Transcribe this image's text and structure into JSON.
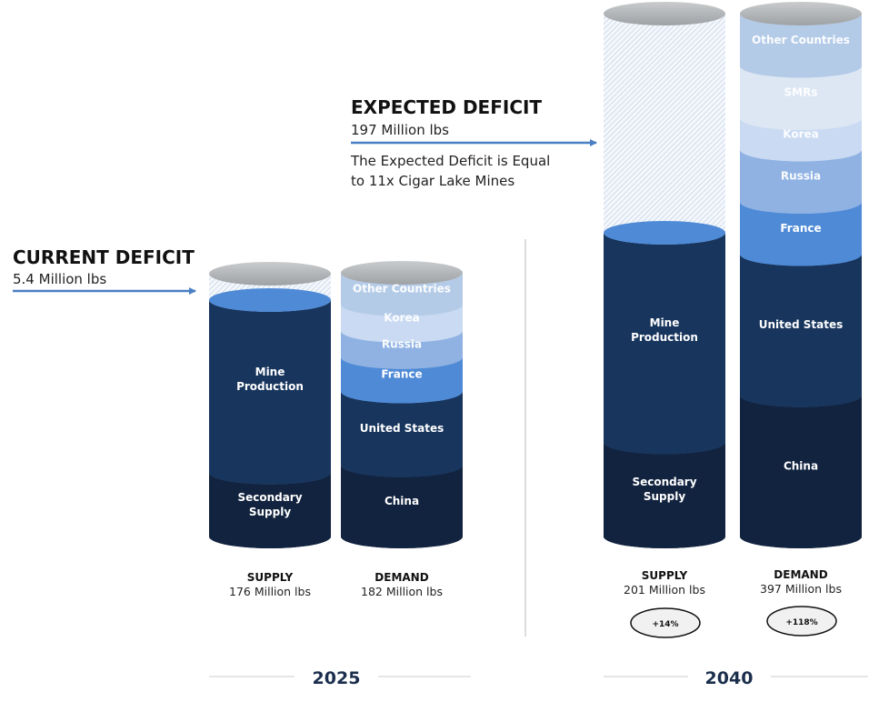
{
  "chart_data": {
    "type": "stacked-cylinder",
    "units": "Million lbs",
    "panels": [
      {
        "year": "2025",
        "deficit": {
          "title": "CURRENT DEFICIT",
          "value_text": "5.4 Million lbs",
          "value": 5.4
        },
        "supply": {
          "label": "SUPPLY",
          "total_text": "176 Million lbs",
          "total": 176,
          "segments": [
            {
              "name": "Secondary Supply",
              "lines": [
                "Secondary",
                "Supply"
              ],
              "share": 0.27,
              "color": "#12233f"
            },
            {
              "name": "Mine Production",
              "lines": [
                "Mine",
                "Production"
              ],
              "share": 0.73,
              "color": "#17355d"
            }
          ]
        },
        "demand": {
          "label": "DEMAND",
          "total_text": "182 Million lbs",
          "total": 182,
          "segments": [
            {
              "name": "China",
              "lines": [
                "China"
              ],
              "share": 0.27,
              "color": "#12233f"
            },
            {
              "name": "United States",
              "lines": [
                "United States"
              ],
              "share": 0.28,
              "color": "#17355d"
            },
            {
              "name": "France",
              "lines": [
                "France"
              ],
              "share": 0.13,
              "color": "#4f8ad6"
            },
            {
              "name": "Russia",
              "lines": [
                "Russia"
              ],
              "share": 0.1,
              "color": "#8fb2e3"
            },
            {
              "name": "Korea",
              "lines": [
                "Korea"
              ],
              "share": 0.1,
              "color": "#c9daf2"
            },
            {
              "name": "Other Countries",
              "lines": [
                "Other Countries"
              ],
              "share": 0.12,
              "color": "#b4cbe8"
            }
          ]
        }
      },
      {
        "year": "2040",
        "deficit": {
          "title": "EXPECTED DEFICIT",
          "value_text": "197 Million lbs",
          "value": 197,
          "note_lines": [
            "The Expected Deficit is Equal",
            "to 11x Cigar Lake Mines"
          ]
        },
        "supply": {
          "label": "SUPPLY",
          "total_text": "201 Million lbs",
          "total": 201,
          "change": "+14%",
          "segments": [
            {
              "name": "Secondary Supply",
              "lines": [
                "Secondary",
                "Supply"
              ],
              "share": 0.31,
              "color": "#12233f"
            },
            {
              "name": "Mine Production",
              "lines": [
                "Mine",
                "Production"
              ],
              "share": 0.69,
              "color": "#17355d"
            }
          ]
        },
        "demand": {
          "label": "DEMAND",
          "total_text": "397 Million lbs",
          "total": 397,
          "change": "+118%",
          "segments": [
            {
              "name": "China",
              "lines": [
                "China"
              ],
              "share": 0.27,
              "color": "#12233f"
            },
            {
              "name": "United States",
              "lines": [
                "United States"
              ],
              "share": 0.27,
              "color": "#17355d"
            },
            {
              "name": "France",
              "lines": [
                "France"
              ],
              "share": 0.1,
              "color": "#4f8ad6"
            },
            {
              "name": "Russia",
              "lines": [
                "Russia"
              ],
              "share": 0.1,
              "color": "#8fb2e3"
            },
            {
              "name": "Korea",
              "lines": [
                "Korea"
              ],
              "share": 0.06,
              "color": "#c9daf2"
            },
            {
              "name": "SMRs",
              "lines": [
                "SMRs"
              ],
              "share": 0.1,
              "color": "#dde7f4"
            },
            {
              "name": "Other Countries",
              "lines": [
                "Other Countries"
              ],
              "share": 0.1,
              "color": "#b4cbe8"
            }
          ]
        }
      }
    ],
    "colors": {
      "arrow": "#4a7fc4",
      "top_cap": "#a9acaf",
      "supply_top": "#4f8ad6",
      "hatch": "#b9cbe3",
      "year_text": "#1b2f4d"
    }
  }
}
